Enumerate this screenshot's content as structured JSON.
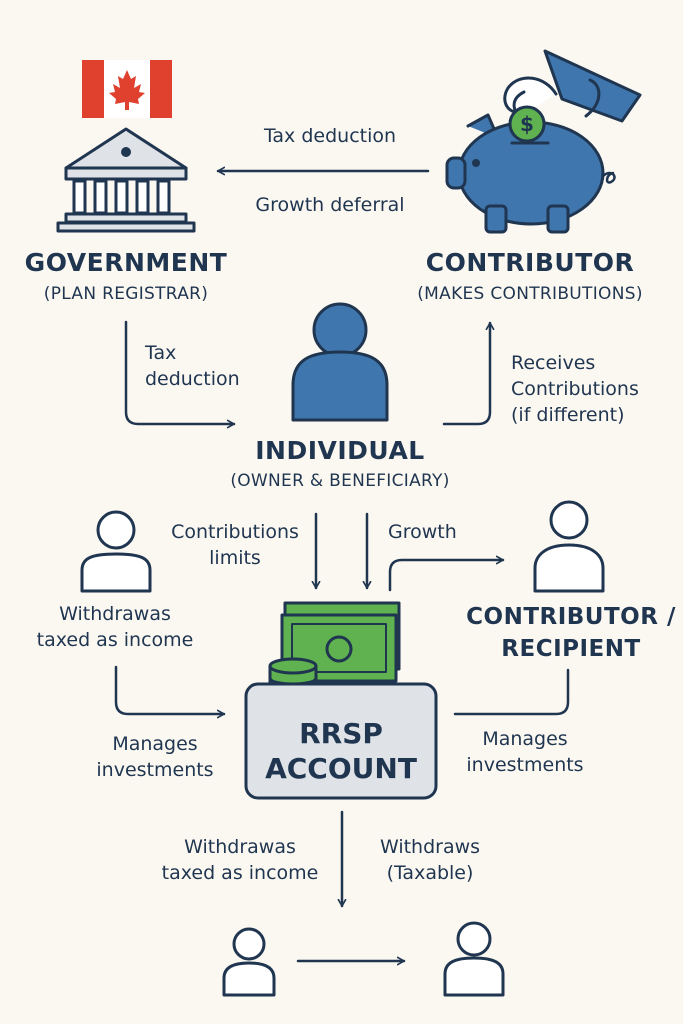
{
  "government": {
    "title": "GOVERNMENT",
    "subtitle": "(PLAN REGISTRAR)"
  },
  "contributor": {
    "title": "CONTRIBUTOR",
    "subtitle": "(MAKES CONTRIBUTIONS)"
  },
  "individual": {
    "title": "INDIVIDUAL",
    "subtitle": "(OWNER & BENEFICIARY)"
  },
  "contributor_recipient": {
    "line1": "CONTRIBUTOR /",
    "line2": "RECIPIENT"
  },
  "account": {
    "line1": "RRSP",
    "line2": "ACCOUNT"
  },
  "coin_symbol": "$",
  "arrows": {
    "tax_deduction_top": "Tax deduction",
    "growth_deferral": "Growth deferral",
    "tax_deduction_left_1": "Tax",
    "tax_deduction_left_2": "deduction",
    "receives_1": "Receives",
    "receives_2": "Contributions",
    "receives_3": "(if different)",
    "contrib_limits_1": "Contributions",
    "contrib_limits_2": "limits",
    "growth": "Growth",
    "withdraws_left_1": "Withdrawas",
    "withdraws_left_2": "taxed as income",
    "manages_left_1": "Manages",
    "manages_left_2": "investments",
    "manages_right_1": "Manages",
    "manages_right_2": "investments",
    "withdraws_bottom_left_1": "Withdrawas",
    "withdraws_bottom_left_2": "taxed as income",
    "withdraws_bottom_right_1": "Withdraws",
    "withdraws_bottom_right_2": "(Taxable)"
  },
  "colors": {
    "ink": "#1f3550",
    "blue": "#3f76ad",
    "red": "#e0412f",
    "green": "#5fb24f",
    "box": "#dfe3e8",
    "background": "#fbf8f1"
  }
}
